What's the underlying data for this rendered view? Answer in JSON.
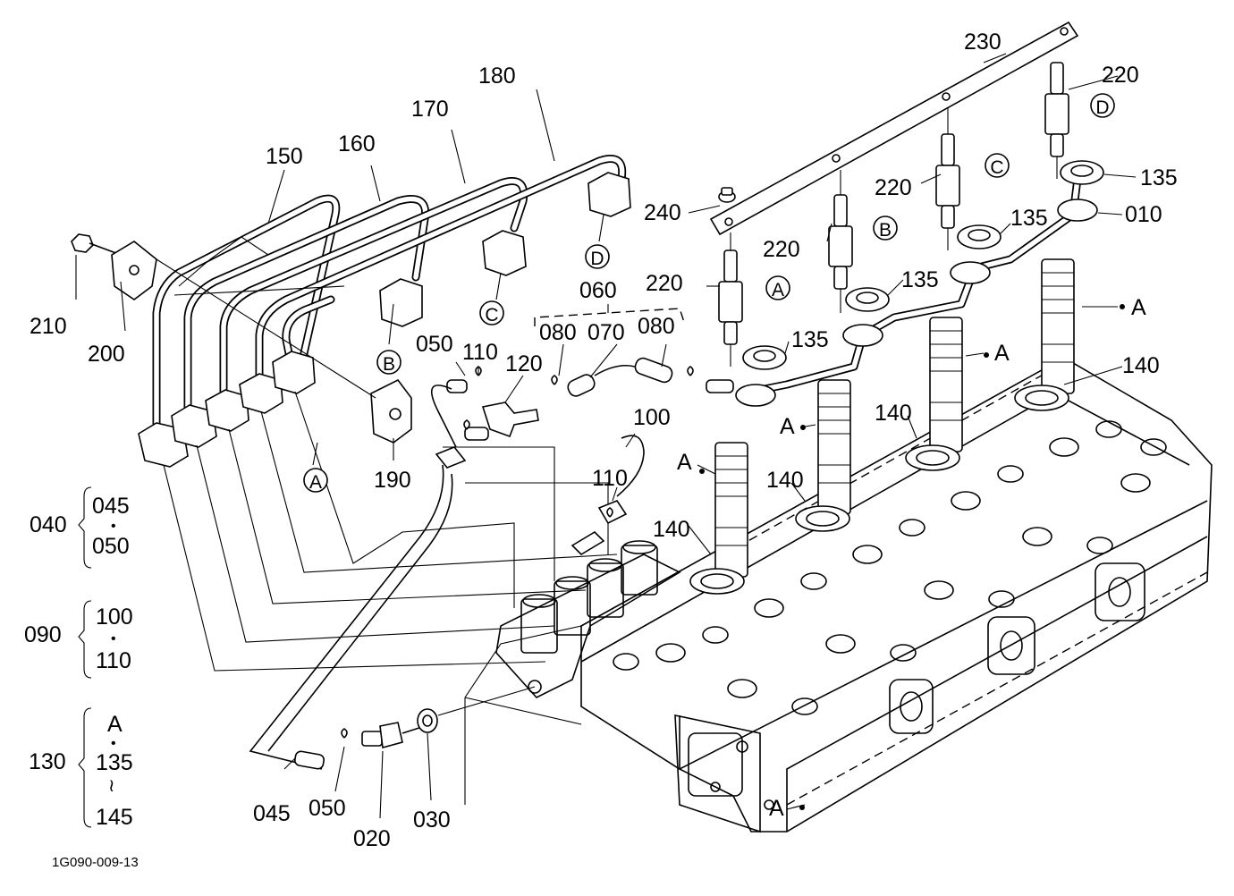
{
  "callouts": {
    "p230": "230",
    "p220a": "220",
    "p220b": "220",
    "p220c": "220",
    "p220d": "220",
    "p240": "240",
    "p135a": "135",
    "p135b": "135",
    "p135c": "135",
    "p135d": "135",
    "p010": "010",
    "p180": "180",
    "p170": "170",
    "p160": "160",
    "p150": "150",
    "p210": "210",
    "p200": "200",
    "p190": "190",
    "p060": "060",
    "p070": "070",
    "p080a": "080",
    "p080b": "080",
    "p050a": "050",
    "p110a": "110",
    "p120": "120",
    "p100": "100",
    "p110b": "110",
    "p140a": "140",
    "p140b": "140",
    "p140c": "140",
    "p140d": "140",
    "p045": "045",
    "p050b": "050",
    "p020": "020",
    "p030": "030"
  },
  "markers": {
    "A1": "A",
    "A2": "A",
    "A3": "A",
    "A4": "A",
    "A5": "A",
    "A6": "A",
    "A7": "A",
    "B1": "B",
    "B2": "B",
    "C1": "C",
    "C2": "C",
    "D1": "D",
    "D2": "D"
  },
  "groups": {
    "g040": {
      "code": "040",
      "items": [
        "045",
        "050"
      ]
    },
    "g090": {
      "code": "090",
      "items": [
        "100",
        "110"
      ]
    },
    "g130": {
      "code": "130",
      "items": [
        "A",
        "135",
        "145"
      ]
    }
  },
  "glyphs": {
    "dot": "•",
    "tilde": "≀"
  },
  "figure_code": "1G090-009-13"
}
